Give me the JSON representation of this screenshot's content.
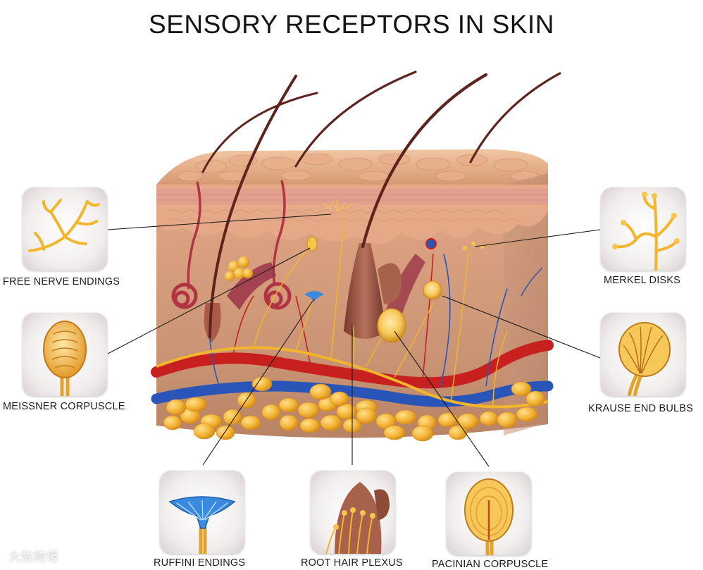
{
  "title": "SENSORY RECEPTORS IN SKIN",
  "labels": {
    "free_nerve_endings": "FREE NERVE ENDINGS",
    "meissner_corpuscle": "MEISSNER CORPUSCLE",
    "ruffini_endings": "RUFFINI ENDINGS",
    "root_hair_plexus": "ROOT HAIR PLEXUS",
    "pacinian_corpuscle": "PACINIAN CORPUSCLE",
    "merkel_disks": "MERKEL DISKS",
    "krause_end_bulbs": "KRAUSE END BULBS"
  },
  "watermark": "大数跨境",
  "colors": {
    "skin_surface": "#e9b48e",
    "epidermis": "#e5a783",
    "dermis": "#c99777",
    "nerve": "#f2b52b",
    "artery": "#c8201e",
    "vein": "#2a55b8",
    "fat": "#f3b437",
    "hair": "#6a2a22",
    "ruffini_blue": "#3a8be0",
    "title_text": "#141414"
  }
}
